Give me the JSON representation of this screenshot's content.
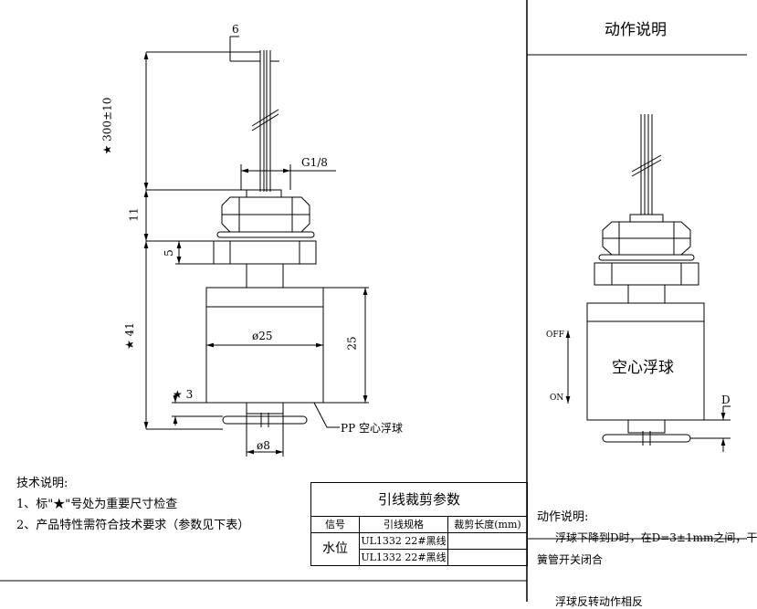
{
  "drawing": {
    "dim_wire_width": "6",
    "dim_cable_length": "★ 300±10",
    "dim_thread": "G1/8",
    "dim_nut_height": "11",
    "dim_flange_height": "5",
    "dim_body_length": "★ 41",
    "dim_diameter": "ø25",
    "dim_float_height": "25",
    "dim_gap": "★ 3",
    "dim_stem": "ø8",
    "float_label": "PP 空心浮球"
  },
  "notes": {
    "title": "技术说明:",
    "line1": "1、标\"★\"号处为重要尺寸检查",
    "line2": "2、产品特性需符合技术要求（参数见下表）"
  },
  "table": {
    "title": "引线裁剪参数",
    "headers": [
      "信号",
      "引线规格",
      "裁剪长度(mm)"
    ],
    "signal": "水位",
    "rows": [
      {
        "spec": "UL1332 22#黑线",
        "length": ""
      },
      {
        "spec": "UL1332 22#黑线",
        "length": ""
      }
    ]
  },
  "action": {
    "title": "动作说明",
    "float_label": "空心浮球",
    "off_label": "OFF",
    "on_label": "ON",
    "d_label": "D",
    "desc_title": "动作说明:",
    "desc_line1": "浮球下降到D时，在D=3±1mm之间，干",
    "desc_line2": "簧管开关闭合",
    "desc_line3": "浮球反转动作相反"
  }
}
